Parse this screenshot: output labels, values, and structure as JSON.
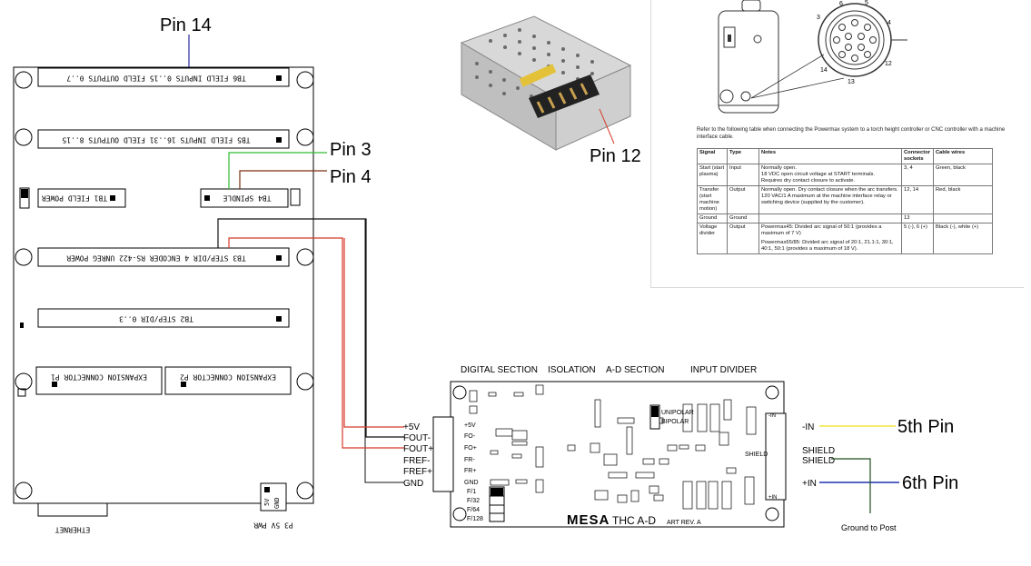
{
  "callouts": {
    "pin14": "Pin 14",
    "pin3": "Pin 3",
    "pin4": "Pin 4",
    "pin12": "Pin 12",
    "pin5": "5th Pin",
    "pin6": "6th Pin",
    "ground_to_post": "Ground to Post"
  },
  "board_7i76": {
    "tb6": "TB6 FIELD INPUTS 0..15 FIELD OUTPUTS 0..7",
    "tb5": "TB5 FIELD INPUTS 16..31 FIELD OUTPUTS 8..15",
    "tb1": "TB1 FIELD POWER",
    "tb4": "TB4 SPINDLE",
    "tb3": "TB3 STEP/DIR 4 ENCODER RS-422 UNREG POWER",
    "tb2": "TB2 STEP/DIR 0..3",
    "p1": "EXPANSION CONNECTOR P1",
    "p2": "EXPANSION CONNECTOR P2",
    "ethernet": "ETHERNET",
    "p3": "P3 5V PWR",
    "p3_pins": [
      "5V",
      "GND"
    ]
  },
  "thc_board": {
    "sections": [
      "DIGITAL SECTION",
      "ISOLATION",
      "A-D SECTION",
      "INPUT DIVIDER"
    ],
    "left_terminals": [
      "+5V",
      "FOUT-",
      "FOUT+",
      "FREF-",
      "FREF+",
      "GND"
    ],
    "inner_labels": [
      "+5V",
      "FO-",
      "FO+",
      "FR-",
      "FR+",
      "GND"
    ],
    "freq_labels": [
      "F/1",
      "F/32",
      "F/64",
      "F/128"
    ],
    "mode": [
      "UNIPOLAR",
      "BIPOLAR"
    ],
    "right_inner": [
      "-IN",
      "SHIELD",
      "+IN"
    ],
    "right_terminals": [
      "-IN",
      "SHIELD",
      "SHIELD",
      "+IN"
    ],
    "brand": "MESA",
    "model": "THC A-D",
    "rev": "ART REV. A"
  },
  "powermax": {
    "socket_numbers": [
      "6",
      "5",
      "3",
      "4",
      "12",
      "14",
      "13"
    ],
    "intro": "Refer to the following table when connecting the Powermax system to a torch height controller or CNC controller with a machine interface cable.",
    "headers": [
      "Signal",
      "Type",
      "Notes",
      "Connector sockets",
      "Cable wires"
    ],
    "rows": [
      {
        "signal": "Start (start plasma)",
        "type": "Input",
        "notes": [
          "Normally open.",
          "18 VDC open circuit voltage at START terminals.",
          "Requires dry contact closure to activate."
        ],
        "sockets": "3, 4",
        "wires": "Green, black"
      },
      {
        "signal": "Transfer (start machine motion)",
        "type": "Output",
        "notes": [
          "Normally open. Dry contact closure when the arc transfers.",
          "120 VAC/1 A maximum at the machine interface relay or switching device (supplied by the customer)."
        ],
        "sockets": "12, 14",
        "wires": "Red, black"
      },
      {
        "signal": "Ground",
        "type": "Ground",
        "notes": [
          ""
        ],
        "sockets": "13",
        "wires": ""
      },
      {
        "signal": "Voltage divider",
        "type": "Output",
        "notes": [
          "Powermax45: Divided arc signal of 50:1 (provides a maximum of 7 V)",
          "Powermax65/85: Divided arc signal of 20:1, 21.1:1, 30:1, 40:1, 50:1 (provides a maximum of 18 V)."
        ],
        "sockets": "5 (-), 6 (+)",
        "wires": "Black (-), white (+)"
      }
    ]
  },
  "colors": {
    "green_wire": "#2dbb2d",
    "brown_wire": "#7a2e10",
    "red_wire": "#d63a2a",
    "black_wire": "#111111",
    "yellow_wire": "#f2e63a",
    "blue_wire": "#2030b0",
    "dark_green_wire": "#1f4d1f",
    "pin14_wire": "#2a2aa0"
  }
}
